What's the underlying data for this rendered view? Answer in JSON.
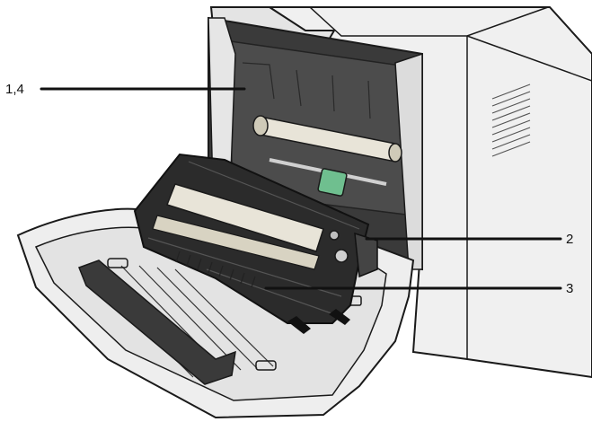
{
  "callouts": [
    {
      "id": "1-4",
      "label": "1,4"
    },
    {
      "id": "2",
      "label": "2"
    },
    {
      "id": "3",
      "label": "3"
    }
  ],
  "colors": {
    "outline": "#1a1a1a",
    "body_light": "#f2f2f2",
    "body_mid": "#d9d9d9",
    "interior_dark": "#4a4a4a",
    "interior_black": "#2b2b2b",
    "roller": "#e8e4d8",
    "green_tab": "#6fbf8f"
  }
}
